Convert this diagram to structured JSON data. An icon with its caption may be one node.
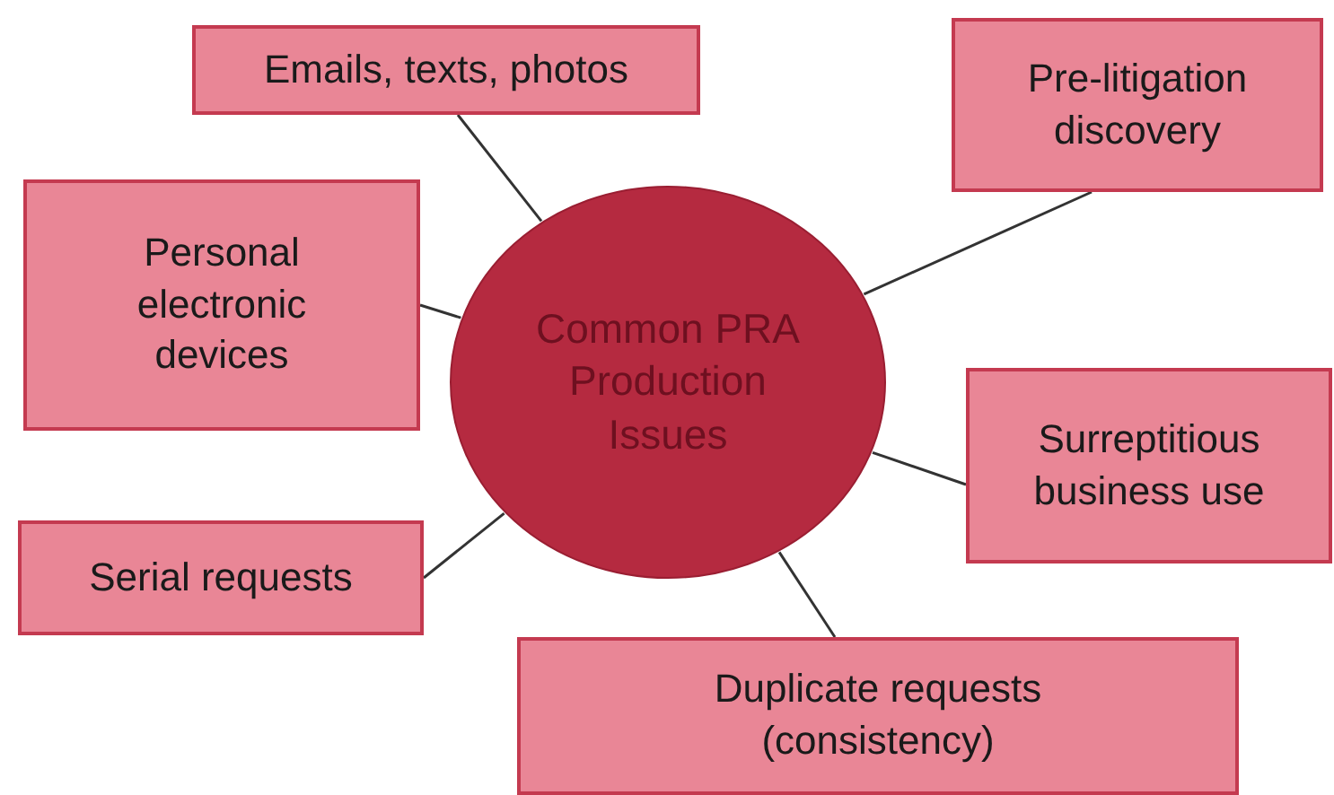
{
  "diagram": {
    "nodes": [
      {
        "text": [
          "Common PRA Production Issues"
        ]
      },
      {
        "text": [
          "Emails, texts, photos"
        ]
      },
      {
        "text": [
          "Pre-litigation discovery"
        ]
      },
      {
        "text": [
          "Personal electronic devices"
        ]
      },
      {
        "text": [
          "Surreptitious business use"
        ]
      },
      {
        "text": [
          "Serial requests"
        ]
      },
      {
        "text": [
          "Duplicate requests (consistency)"
        ]
      }
    ],
    "edges": [
      {
        "from": 0,
        "to": 1,
        "arrow": "none"
      },
      {
        "from": 0,
        "to": 2,
        "arrow": "none"
      },
      {
        "from": 0,
        "to": 3,
        "arrow": "none"
      },
      {
        "from": 0,
        "to": 4,
        "arrow": "none"
      },
      {
        "from": 0,
        "to": 5,
        "arrow": "none"
      },
      {
        "from": 0,
        "to": 6,
        "arrow": "none"
      }
    ]
  }
}
